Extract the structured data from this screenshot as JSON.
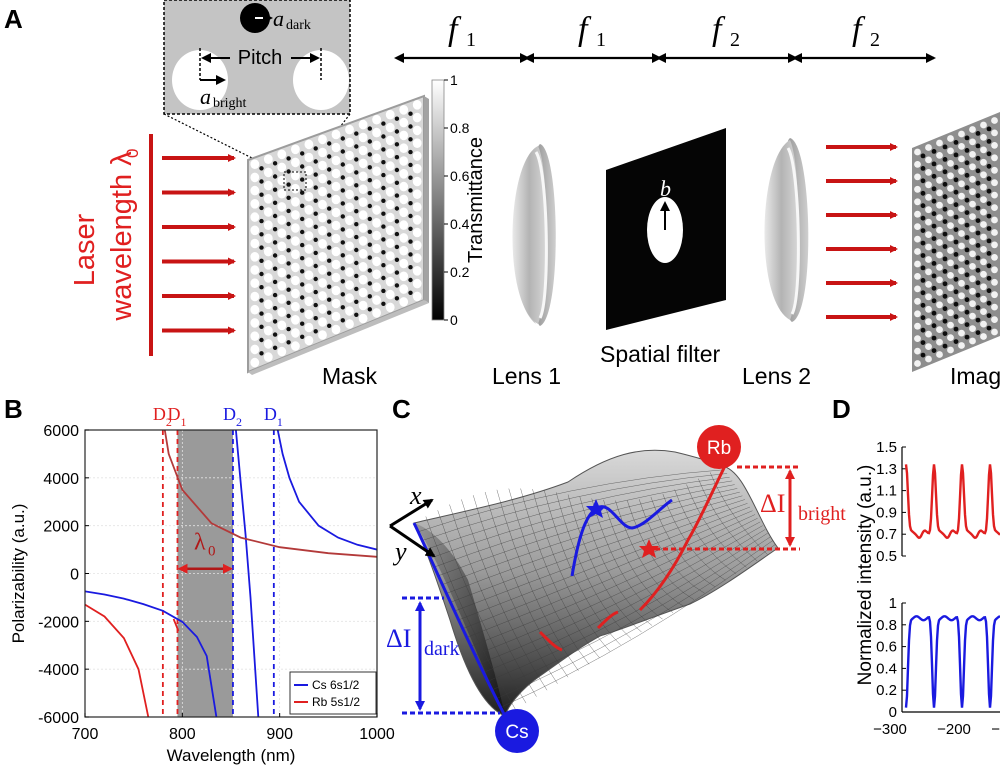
{
  "panels": {
    "a": {
      "letter": "A",
      "inset": {
        "a_dark": "a",
        "a_dark_sub": "dark",
        "pitch": "Pitch",
        "a_bright": "a",
        "a_bright_sub": "bright"
      },
      "focal_labels": [
        "f",
        "1",
        "f",
        "1",
        "f",
        "2",
        "f",
        "2"
      ],
      "laser_line1": "Laser",
      "laser_line2": "wavelength λ",
      "laser_sub": "0",
      "colorbar": {
        "label": "Transmittance",
        "ticks": [
          "1",
          "0.8",
          "0.6",
          "0.4",
          "0.2",
          "0"
        ]
      },
      "labels": {
        "mask": "Mask",
        "lens1": "Lens 1",
        "filter": "Spatial filter",
        "lens2": "Lens 2",
        "image": "Imag"
      },
      "filter_b": "b"
    },
    "b": {
      "letter": "B",
      "legend": [
        "Cs 6s1/2",
        "Rb 5s1/2"
      ],
      "lambda0": "λ",
      "lambda0_sub": "0",
      "lines": [
        {
          "name": "D",
          "sub": "2",
          "color": "#e02020"
        },
        {
          "name": "D",
          "sub": "1",
          "color": "#e02020"
        },
        {
          "name": "D",
          "sub": "2",
          "color": "#1a1ae0"
        },
        {
          "name": "D",
          "sub": "1",
          "color": "#1a1ae0"
        }
      ]
    },
    "c": {
      "letter": "C",
      "axis_x": "x",
      "axis_y": "y",
      "rb": "Rb",
      "cs": "Cs",
      "di_bright": "ΔI",
      "di_bright_sub": "bright",
      "di_dark": "ΔI",
      "di_dark_sub": "dark"
    },
    "d": {
      "letter": "D",
      "ylabel": "Normalized intensity (a.u.)",
      "top_ticks": [
        "1.5",
        "1.3",
        "1.1",
        "0.9",
        "0.7",
        "0.5"
      ],
      "bottom_ticks": [
        "1",
        "0.8",
        "0.6",
        "0.4",
        "0.2",
        "0"
      ],
      "x_ticks": [
        "−300",
        "−200",
        "−"
      ]
    }
  },
  "colors": {
    "red": "#e02020",
    "blue": "#1a1ae0",
    "gray": "#9a9a9a"
  },
  "chart_data": {
    "type": "line",
    "xlabel": "Wavelength (nm)",
    "ylabel": "Polarizability (a.u.)",
    "xlim": [
      700,
      1000
    ],
    "ylim": [
      -6000,
      6000
    ],
    "x_ticks": [
      700,
      800,
      900,
      1000
    ],
    "y_ticks": [
      -6000,
      -4000,
      -2000,
      0,
      2000,
      4000,
      6000
    ],
    "grid": true,
    "legend_position": "bottom-right",
    "shaded_region": [
      795,
      852
    ],
    "resonances": [
      {
        "label": "D2",
        "x": 780,
        "series": "Rb 5s1/2"
      },
      {
        "label": "D1",
        "x": 795,
        "series": "Rb 5s1/2"
      },
      {
        "label": "D2",
        "x": 852,
        "series": "Cs 6s1/2"
      },
      {
        "label": "D1",
        "x": 894,
        "series": "Cs 6s1/2"
      }
    ],
    "series": [
      {
        "name": "Cs 6s1/2",
        "color": "#1a1ae0",
        "segments": [
          [
            [
              700,
              -750
            ],
            [
              720,
              -880
            ],
            [
              740,
              -1050
            ],
            [
              760,
              -1280
            ],
            [
              780,
              -1560
            ],
            [
              800,
              -2020
            ],
            [
              815,
              -2650
            ],
            [
              825,
              -3450
            ],
            [
              835,
              -6000
            ]
          ],
          [
            [
              855,
              6000
            ],
            [
              860,
              3800
            ],
            [
              865,
              1600
            ],
            [
              870,
              -1000
            ],
            [
              874,
              -3500
            ],
            [
              878,
              -6000
            ]
          ],
          [
            [
              898,
              6000
            ],
            [
              903,
              5000
            ],
            [
              910,
              4000
            ],
            [
              920,
              3000
            ],
            [
              940,
              2000
            ],
            [
              960,
              1500
            ],
            [
              980,
              1200
            ],
            [
              1000,
              1000
            ]
          ]
        ]
      },
      {
        "name": "Rb 5s1/2",
        "color": "#e02020",
        "segments": [
          [
            [
              700,
              -1300
            ],
            [
              720,
              -1800
            ],
            [
              740,
              -2700
            ],
            [
              755,
              -4000
            ],
            [
              765,
              -6000
            ]
          ],
          [
            [
              791,
              -1900
            ],
            [
              796,
              -2400
            ]
          ],
          [
            [
              782,
              6000
            ],
            [
              786,
              5000
            ],
            [
              800,
              3500
            ],
            [
              830,
              2100
            ],
            [
              860,
              1500
            ],
            [
              900,
              1100
            ],
            [
              950,
              850
            ],
            [
              1000,
              700
            ]
          ]
        ]
      }
    ]
  }
}
